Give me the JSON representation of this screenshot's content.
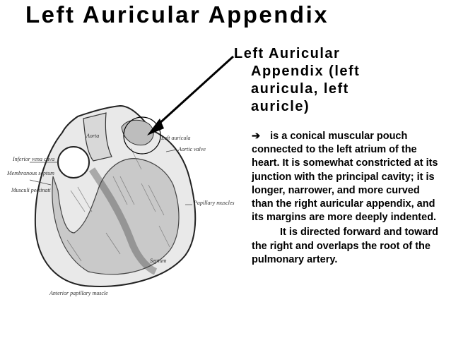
{
  "slide": {
    "title": "Left Auricular Appendix",
    "subhead_lines": [
      "Left Auricular",
      "Appendix (left",
      "auricula, left",
      "auricle)"
    ],
    "bullet_icon": "right-arrow-icon",
    "bullet_glyph": "➔",
    "paragraph1": "is a conical muscular pouch connected to the left atrium of the heart. It is somewhat constricted at its junction with the principal cavity; it is longer, narrower, and more curved than the right auricular appendix, and its margins are more deeply indented.",
    "paragraph2": "It is directed forward and toward the right and overlaps the root of the pulmonary artery."
  },
  "figure": {
    "labels": {
      "inferior_vena_cava": "Inferior vena cava",
      "membranous_septum": "Membranous septum",
      "musculi_pectinati": "Musculi pectinati",
      "aorta": "Aorta",
      "left_auricula": "Left auricula",
      "aortic_valve": "Aortic valve",
      "papillary_muscles": "Papillary muscles",
      "anterior_papillary_muscle": "Anterior papillary muscle",
      "septum": "Septum"
    }
  }
}
